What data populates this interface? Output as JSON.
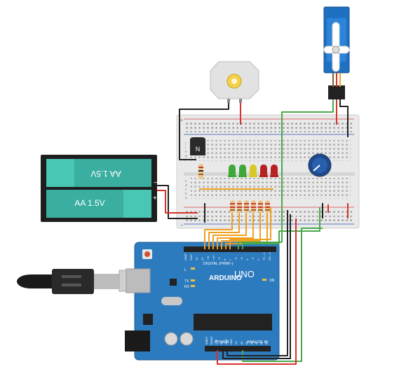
{
  "battery": {
    "label_top": "AA 1.5V",
    "label_bottom": "AA 1.5V",
    "plus_symbol": "+",
    "minus_symbol": "−"
  },
  "arduino": {
    "brand": "ARDUINO",
    "model": "UNO",
    "digital_header": "DIGITAL (PWM~)",
    "power_header": "POWER",
    "analog_header": "ANALOG IN",
    "tx": "TX",
    "rx": "RX",
    "l": "L",
    "on": "ON",
    "digital_pins": [
      "AREF",
      "GND",
      "13",
      "12",
      "~11",
      "~10",
      "~9",
      "8",
      "7",
      "~6",
      "~5",
      "4",
      "~3",
      "2",
      "TX→1",
      "RX←0"
    ],
    "power_pins": [
      "IOREF",
      "RESET",
      "3.3V",
      "5V",
      "GND",
      "GND",
      "Vin"
    ],
    "analog_pins": [
      "A0",
      "A1",
      "A2",
      "A3",
      "A4",
      "A5"
    ]
  },
  "breadboard": {
    "row_letters": [
      "a",
      "b",
      "c",
      "d",
      "e",
      "f",
      "g",
      "h",
      "i",
      "j"
    ],
    "rail_plus": "+",
    "rail_minus": "−"
  },
  "transistor": {
    "mark": "N"
  },
  "colors": {
    "arduino_blue": "#2c7bbf",
    "breadboard": "#e9e9e9",
    "servo_blue": "#1f6fc2",
    "battery_teal": "#3aaea0",
    "wire_red": "#d6312c",
    "wire_black": "#222222",
    "wire_green": "#4aa84a",
    "wire_orange": "#f0a020"
  },
  "leds": [
    "#3ea83a",
    "#3ea83a",
    "#d8c82a",
    "#b52222",
    "#b52222"
  ]
}
